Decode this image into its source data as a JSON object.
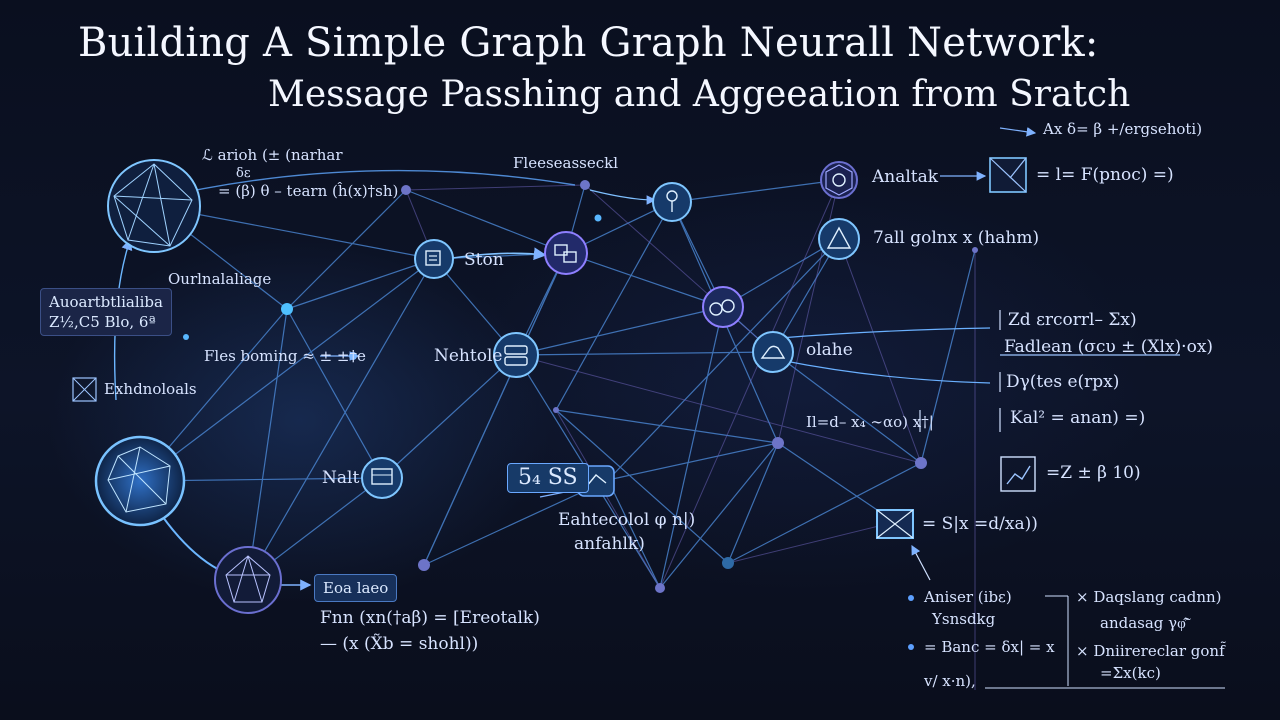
{
  "title": {
    "line1": "Building A Simple Graph Graph Neurall Network:",
    "line2": "Message Passhing and Aggeeation from Sratch"
  },
  "labels": {
    "top_right_formula": "Ax δ= β +/ergsehoti)",
    "top_left_note_1": "ℒ arioh (± (narhar",
    "top_left_note_2": "δε",
    "top_left_note_3": "= (β) θ – tearn (ĥ(x)†sh)",
    "top_center": "Fleeseasseckl",
    "node_ston": "Ston",
    "node_nehtole": "Nehtole",
    "node_nalt": "Nalt",
    "node_analtak": "Analtak",
    "node_olahe": "olahe",
    "right_r1": "= l= F(pnoc) =)",
    "right_r2": "7all golnx x (hahm)",
    "left_box_1": "Auoartbtlialiba",
    "left_box_2": "Z½,C5 Blo, 6ª",
    "left_small": "Ourlnalaliage",
    "left_check": "Exhdnoloals",
    "left_middle": "Fles boming ≈ ± ±†e",
    "center_box_big": "5₄ SS",
    "center_lower_1": "Eahtecolol φ n|)",
    "center_lower_2": "anfahlk)",
    "center_formula": "Il=d– x₄ ∼αo) x†|",
    "bottom_box": "Eoa laeo",
    "bottom_formula_1": "Fnn (xn(†aβ) = [Ereotalk)",
    "bottom_formula_2": "— (x (X̃b = shohl))",
    "right_f1": "Zd εrcorrl– Σx)",
    "right_f2": "Fadlean (σcυ ± (Xlx)·ox)",
    "right_f3": "Dγ(tes e(rpx)",
    "right_f4": "Kal² = anan) =)",
    "right_f5": "=Z ± β 10)",
    "right_f6": "= S|x =d/xa))",
    "legend_1a": "Aniser (ibε)",
    "legend_1b": "Ysnsdkg",
    "legend_2": "= Banc = δx| = x",
    "legend_3": "v/ x·n),",
    "legend_4a": "× Daqslang cadnn)",
    "legend_4b": "andasag γφ̃͗̂",
    "legend_5a": "× Dniirereclar gonf̃",
    "legend_5b": "=Σx(kc)"
  },
  "icons": {
    "doc": "document-icon",
    "link": "link-icon",
    "drive": "storage-icon",
    "grid": "monitor-icon",
    "person": "person-icon",
    "cloud": "cloud-icon",
    "triangle": "triangle-icon",
    "ring": "ring-icon",
    "hat": "hat-icon",
    "mail": "envelope-icon",
    "chart": "chart-icon"
  },
  "colors": {
    "accent": "#63b3ff",
    "node_fill": "#163a6a",
    "edge": "#4f8fe0",
    "edge_dim": "#5b5fa6"
  }
}
